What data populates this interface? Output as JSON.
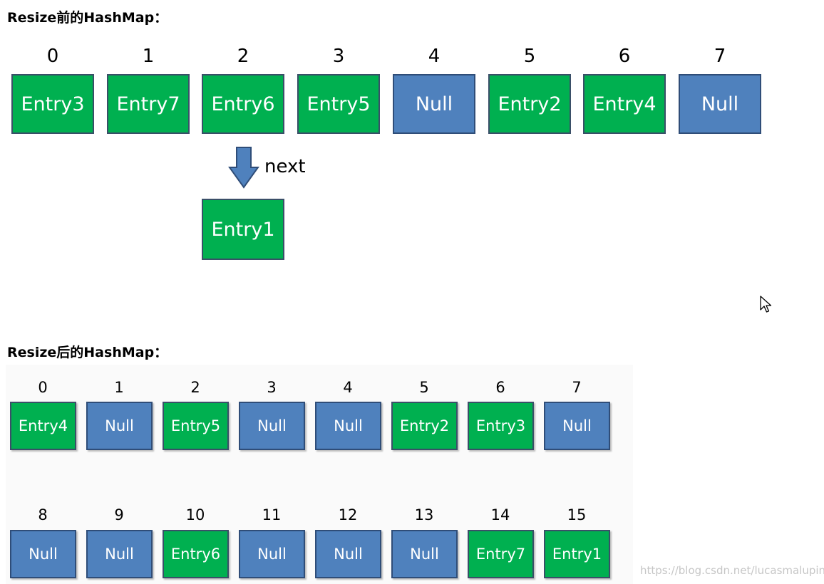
{
  "headings": {
    "before": "Resize前的HashMap：",
    "after": "Resize后的HashMap："
  },
  "before": {
    "indices": [
      "0",
      "1",
      "2",
      "3",
      "4",
      "5",
      "6",
      "7"
    ],
    "buckets": [
      "Entry3",
      "Entry7",
      "Entry6",
      "Entry5",
      "Null",
      "Entry2",
      "Entry4",
      "Null"
    ],
    "chain_label": "next",
    "chain_entry": "Entry1"
  },
  "after": {
    "row1": {
      "indices": [
        "0",
        "1",
        "2",
        "3",
        "4",
        "5",
        "6",
        "7"
      ],
      "buckets": [
        "Entry4",
        "Null",
        "Entry5",
        "Null",
        "Null",
        "Entry2",
        "Entry3",
        "Null"
      ]
    },
    "row2": {
      "indices": [
        "8",
        "9",
        "10",
        "11",
        "12",
        "13",
        "14",
        "15"
      ],
      "buckets": [
        "Null",
        "Null",
        "Entry6",
        "Null",
        "Null",
        "Null",
        "Entry7",
        "Entry1"
      ]
    }
  },
  "watermark": "https://blog.csdn.net/lucasmaluping",
  "colors": {
    "entry": "#00b050",
    "null": "#4f81bd",
    "arrow": "#4f81bd"
  },
  "icons": {
    "arrow": "down-arrow-icon",
    "cursor": "mouse-pointer-icon"
  }
}
